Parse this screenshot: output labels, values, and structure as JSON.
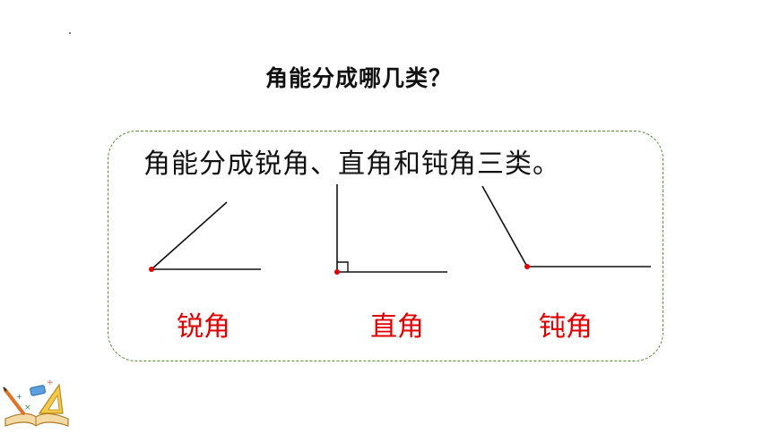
{
  "question": "角能分成哪几类？",
  "answer": "角能分成锐角、直角和钝角三类。",
  "angles": [
    {
      "id": "acute",
      "label": "锐角"
    },
    {
      "id": "right",
      "label": "直角"
    },
    {
      "id": "obtuse",
      "label": "钝角"
    }
  ],
  "colors": {
    "label": "#e00000",
    "vertex": "#e00000",
    "line": "#111111",
    "box_border": "#5a8a3a"
  },
  "icons": [
    "math-tools-book-icon"
  ]
}
